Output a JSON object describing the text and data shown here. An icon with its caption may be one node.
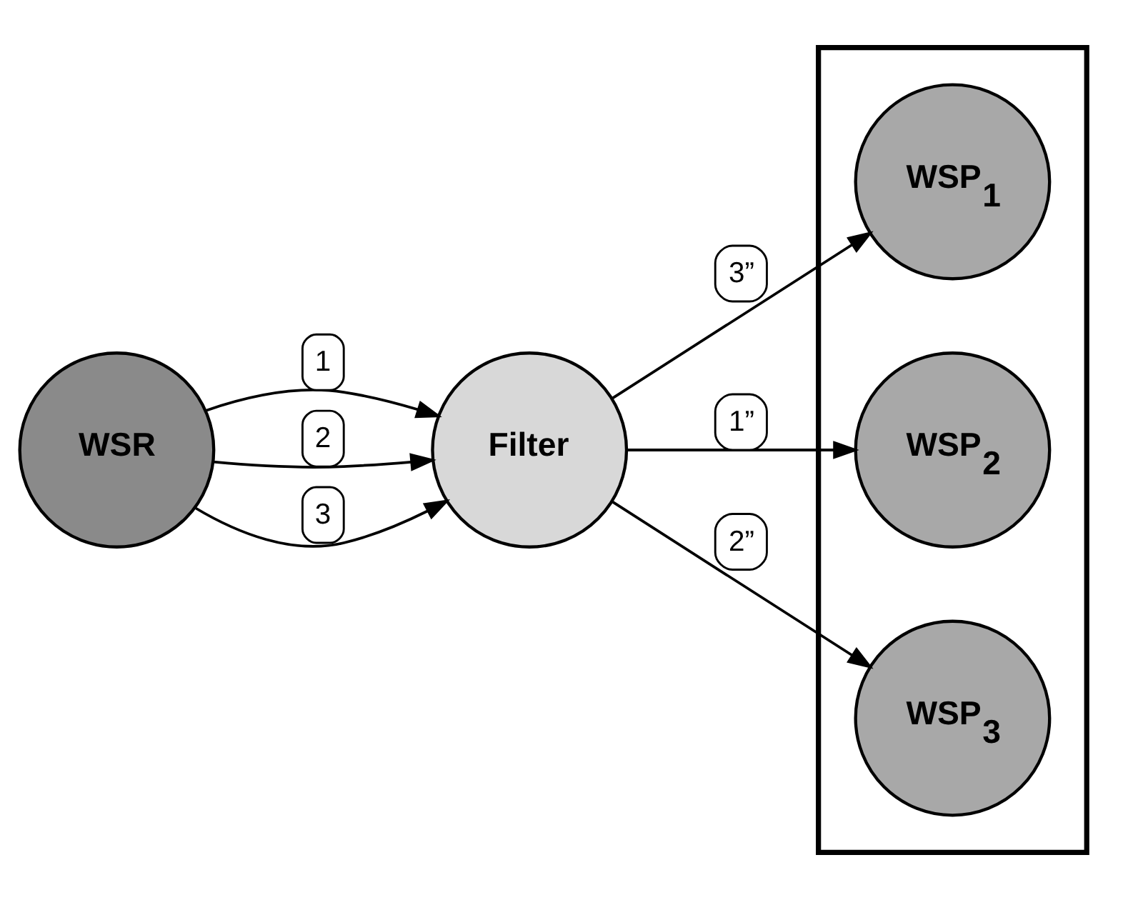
{
  "diagram": {
    "nodes": [
      {
        "text": [
          "WSR"
        ]
      },
      {
        "text": [
          "Filter"
        ]
      },
      {
        "text": [],
        "shape": "box"
      },
      {
        "text": [
          "WSP$_{1}$"
        ],
        "in": 2
      },
      {
        "text": [
          "WSP$_{2}$"
        ],
        "in": 2
      },
      {
        "text": [
          "WSP$_{3}$"
        ],
        "in": 2
      }
    ],
    "edges": [
      {
        "from": 0,
        "to": 1,
        "arrow": "to",
        "label": "1"
      },
      {
        "from": 0,
        "to": 1,
        "arrow": "to",
        "label": "2"
      },
      {
        "from": 0,
        "to": 1,
        "arrow": "to",
        "label": "3"
      },
      {
        "from": 1,
        "to": 3,
        "arrow": "to",
        "label": "3”"
      },
      {
        "from": 1,
        "to": 4,
        "arrow": "to",
        "label": "1”"
      },
      {
        "from": 1,
        "to": 5,
        "arrow": "to",
        "label": "2”"
      }
    ]
  }
}
